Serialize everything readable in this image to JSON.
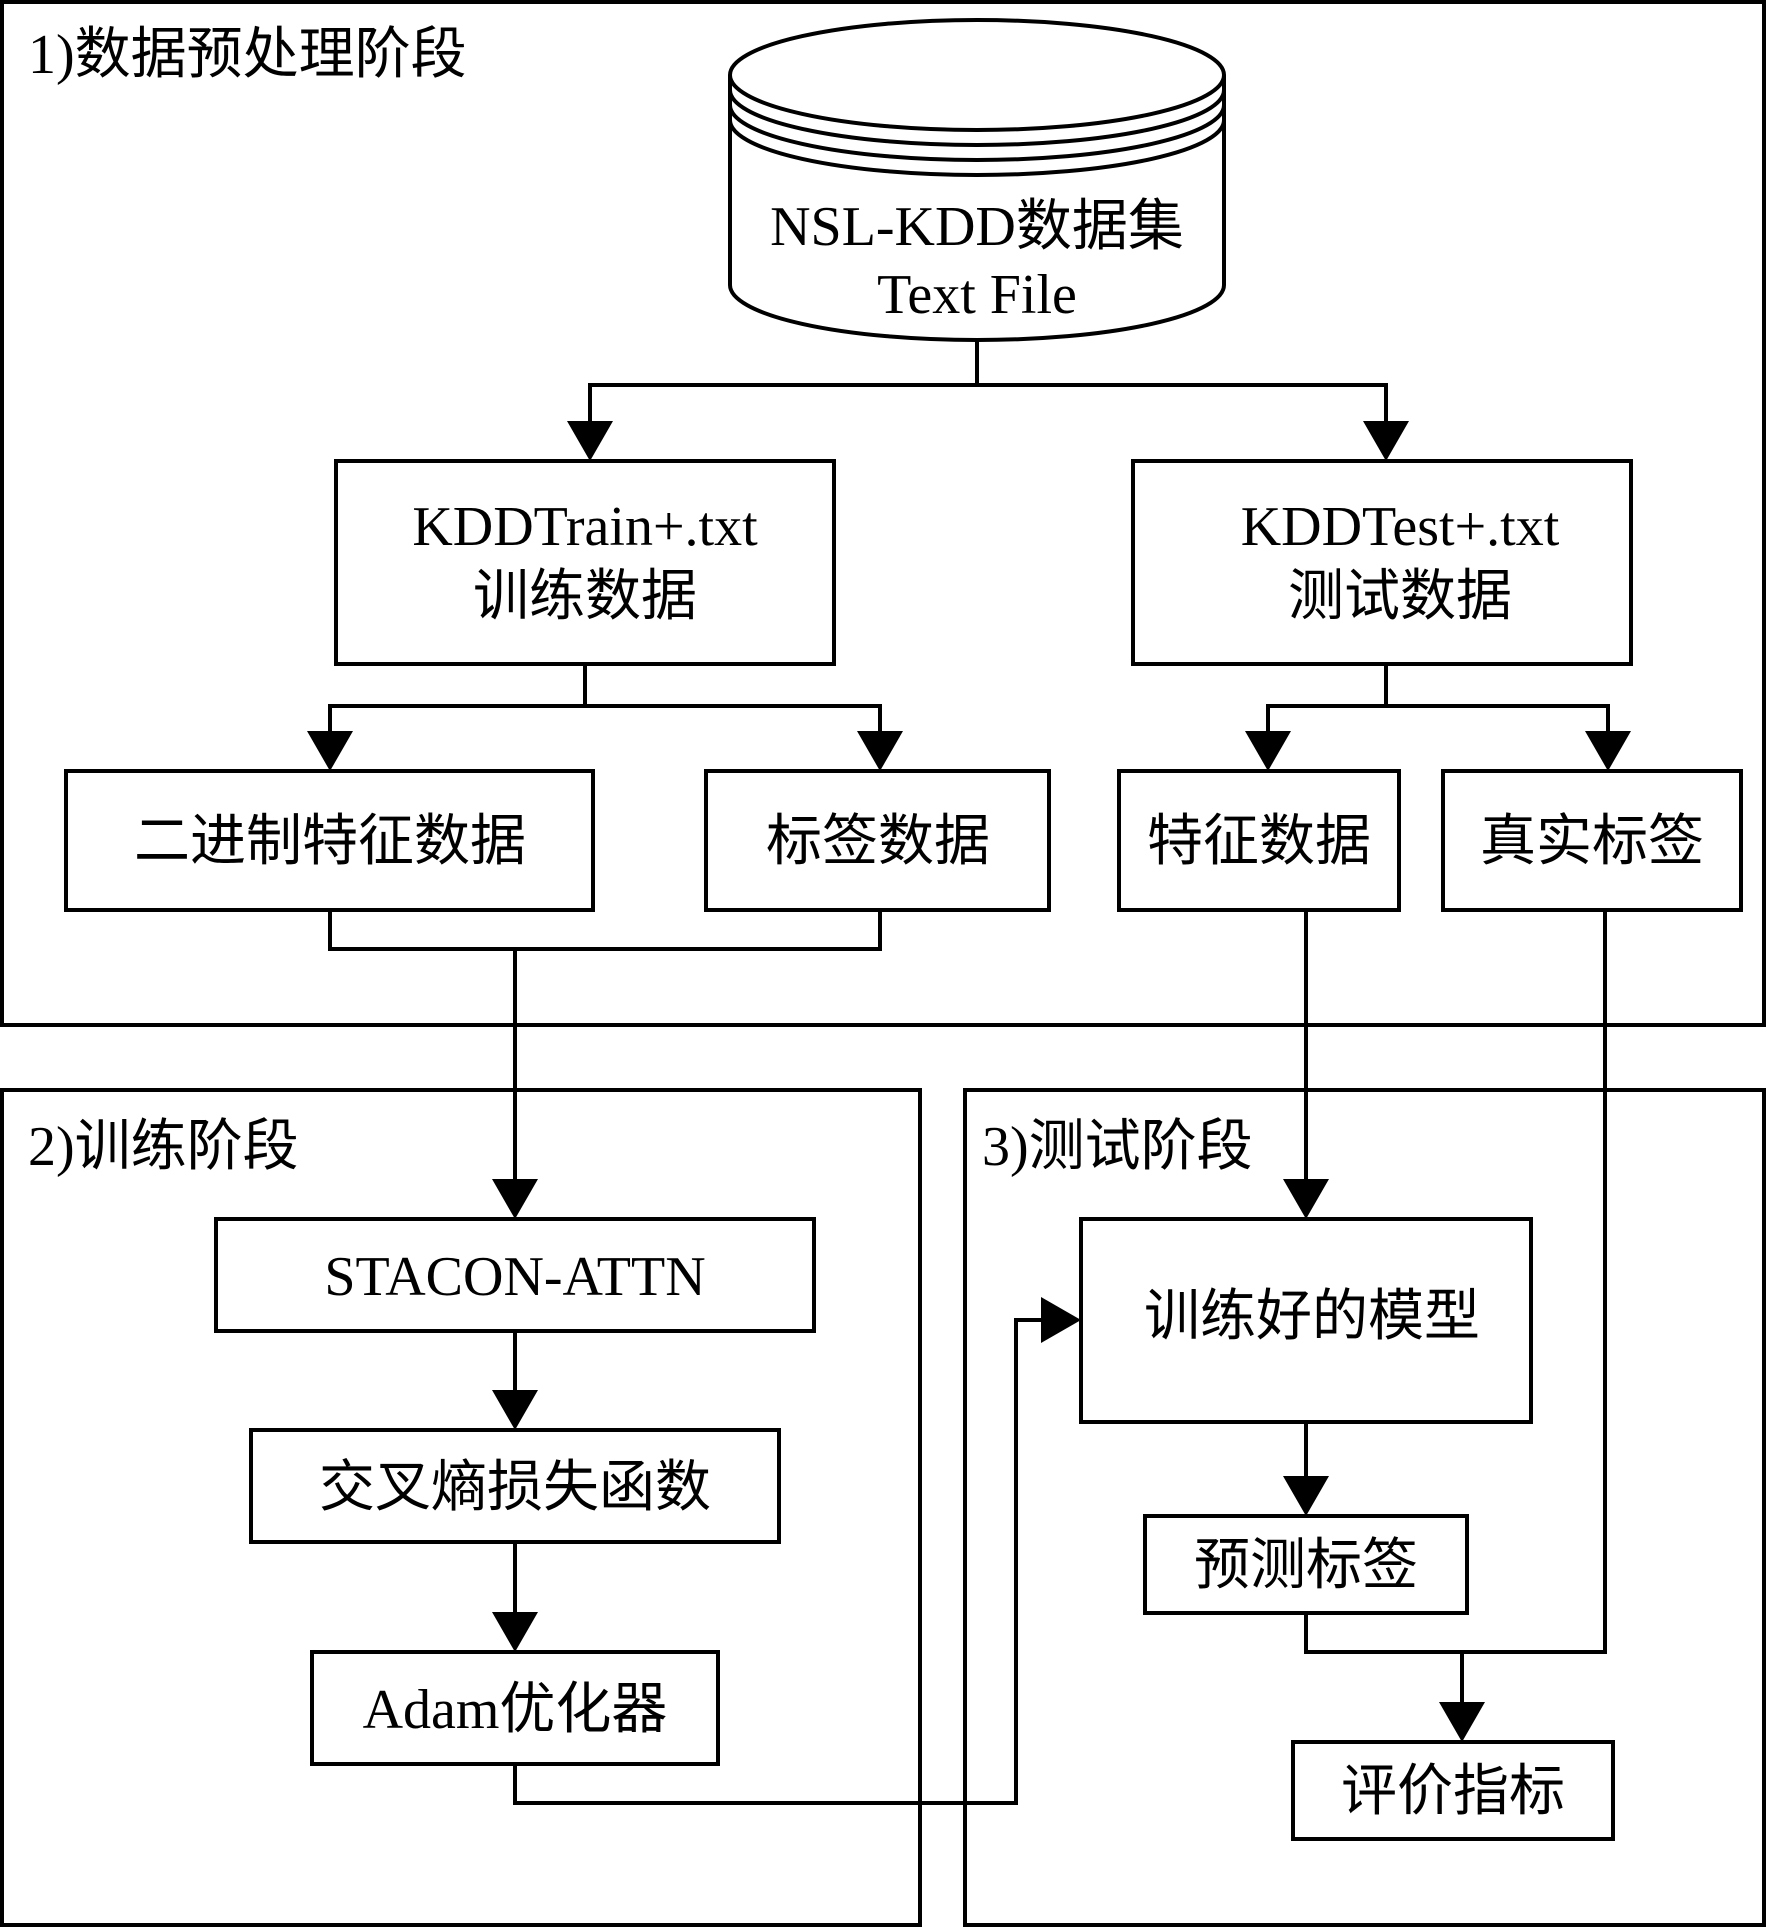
{
  "stages": {
    "preprocess": "1)数据预处理阶段",
    "training": "2)训练阶段",
    "testing": "3)测试阶段"
  },
  "dataset": {
    "line1": "NSL-KDD数据集",
    "line2": "Text File"
  },
  "train_file": {
    "line1": "KDDTrain+.txt",
    "line2": "训练数据"
  },
  "test_file": {
    "line1": "KDDTest+.txt",
    "line2": "测试数据"
  },
  "binary_features": "二进制特征数据",
  "label_data": "标签数据",
  "feature_data": "特征数据",
  "true_labels": "真实标签",
  "model": "STACON-ATTN",
  "loss": "交叉熵损失函数",
  "optimizer": "Adam优化器",
  "trained_model": "训练好的模型",
  "predicted_labels": "预测标签",
  "metrics": "评价指标"
}
